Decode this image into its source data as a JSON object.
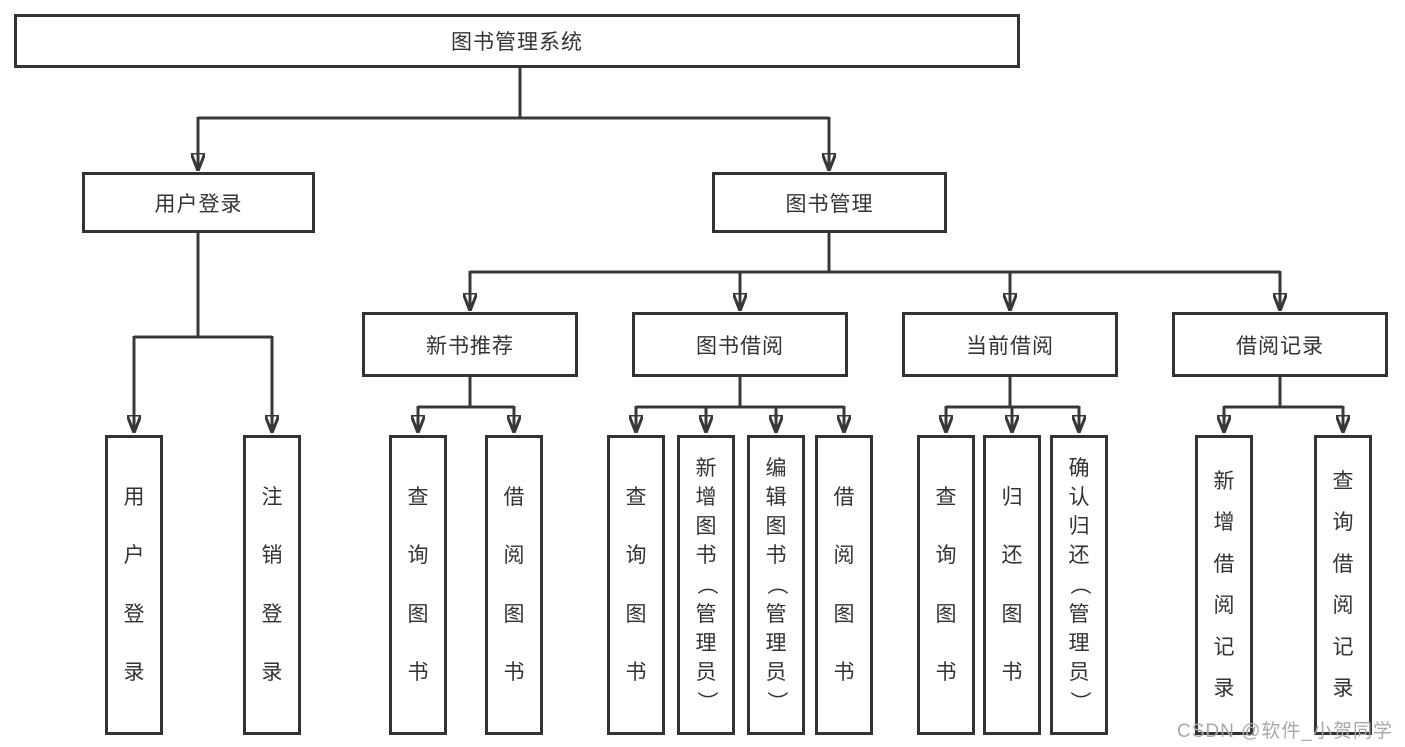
{
  "diagram": {
    "type": "tree",
    "title": "图书管理系统",
    "colors": {
      "line": "#383838",
      "border": "#333333",
      "text": "#333333",
      "watermark": "#a8a8a8",
      "background": "#ffffff"
    },
    "nodes": {
      "root": {
        "label": "图书管理系统"
      },
      "branches": [
        {
          "label": "用户登录"
        },
        {
          "label": "图书管理"
        }
      ],
      "modules": [
        {
          "label": "新书推荐",
          "parent": "图书管理"
        },
        {
          "label": "图书借阅",
          "parent": "图书管理"
        },
        {
          "label": "当前借阅",
          "parent": "图书管理"
        },
        {
          "label": "借阅记录",
          "parent": "图书管理"
        }
      ],
      "leaves": [
        {
          "label": "用户登录",
          "parent": "用户登录"
        },
        {
          "label": "注销登录",
          "parent": "用户登录"
        },
        {
          "label": "查询图书",
          "parent": "新书推荐"
        },
        {
          "label": "借阅图书",
          "parent": "新书推荐"
        },
        {
          "label": "查询图书",
          "parent": "图书借阅"
        },
        {
          "label": "新增图书（管理员）",
          "parent": "图书借阅"
        },
        {
          "label": "编辑图书（管理员）",
          "parent": "图书借阅"
        },
        {
          "label": "借阅图书",
          "parent": "图书借阅"
        },
        {
          "label": "查询图书",
          "parent": "当前借阅"
        },
        {
          "label": "归还图书",
          "parent": "当前借阅"
        },
        {
          "label": "确认归还（管理员）",
          "parent": "当前借阅"
        },
        {
          "label": "新增借阅记录",
          "parent": "借阅记录"
        },
        {
          "label": "查询借阅记录",
          "parent": "借阅记录"
        }
      ]
    },
    "watermark": "CSDN @软件_小贺同学"
  }
}
